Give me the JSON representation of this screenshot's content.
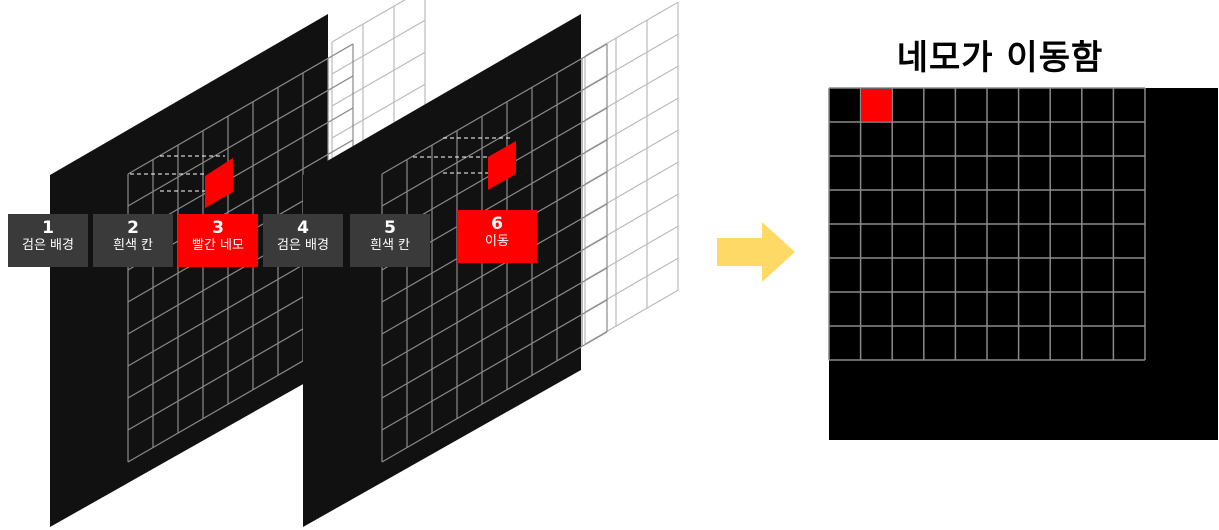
{
  "steps": [
    {
      "num": "1",
      "label": "검은 배경",
      "highlight": false
    },
    {
      "num": "2",
      "label": "흰색 칸",
      "highlight": false
    },
    {
      "num": "3",
      "label": "빨간 네모",
      "highlight": true
    },
    {
      "num": "4",
      "label": "검은 배경",
      "highlight": false
    },
    {
      "num": "5",
      "label": "흰색 칸",
      "highlight": false
    },
    {
      "num": "6",
      "label": "이동",
      "highlight": true
    }
  ],
  "result": {
    "title": "네모가 이동함",
    "grid_columns": 10,
    "grid_rows": 8,
    "red_cell": {
      "col": 1,
      "row": 0
    }
  },
  "colors": {
    "background_layer": "#111111",
    "grid_line_dark": "#8a8a8a",
    "grid_line_light": "#bbbbbb",
    "red_square": "#ff0000",
    "label_box": "#3a3a3a",
    "arrow": "#ffd966"
  },
  "icons": {
    "arrow": "right-arrow-icon"
  }
}
